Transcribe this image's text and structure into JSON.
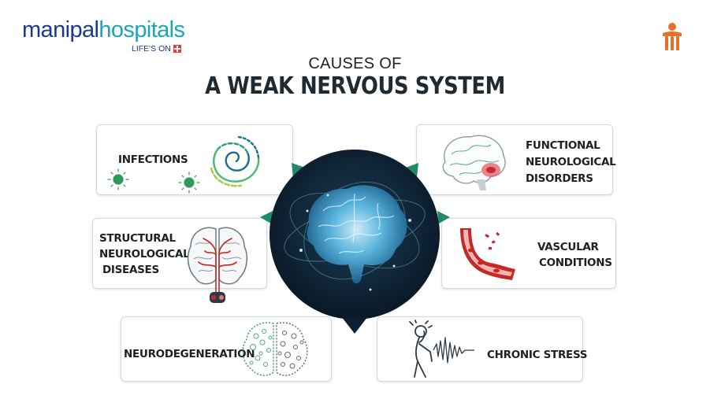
{
  "brand": {
    "name_part1": "manipal",
    "name_part2": "hospitals",
    "tagline": "LIFE'S ON"
  },
  "title": {
    "line1": "CAUSES OF",
    "line2": "A WEAK NERVOUS SYSTEM"
  },
  "causes": {
    "infections": {
      "label": "INFECTIONS"
    },
    "functional": {
      "line1": "FUNCTIONAL",
      "line2": "NEUROLOGICAL",
      "line3": "DISORDERS"
    },
    "structural": {
      "line1": "STRUCTURAL",
      "line2": "NEUROLOGICAL",
      "line3": "DISEASES"
    },
    "vascular": {
      "line1": "VASCULAR",
      "line2": "CONDITIONS"
    },
    "neurodegeneration": {
      "label": "NEURODEGENERATION"
    },
    "chronic_stress": {
      "label": "CHRONIC STRESS"
    }
  },
  "icons": {
    "center": "glowing-brain-icon",
    "infections": "virus-icon",
    "functional": "brain-scan-icon",
    "structural": "brain-vessels-icon",
    "vascular": "blood-vessel-icon",
    "neurodegeneration": "brain-dots-icon",
    "chronic_stress": "stressed-person-icon"
  },
  "colors": {
    "brand_navy": "#1a3a8a",
    "brand_teal": "#1aa6b7",
    "accent_green": "#1f8a6a",
    "center_dark": "#0e2233",
    "vessel_red": "#c62828"
  }
}
